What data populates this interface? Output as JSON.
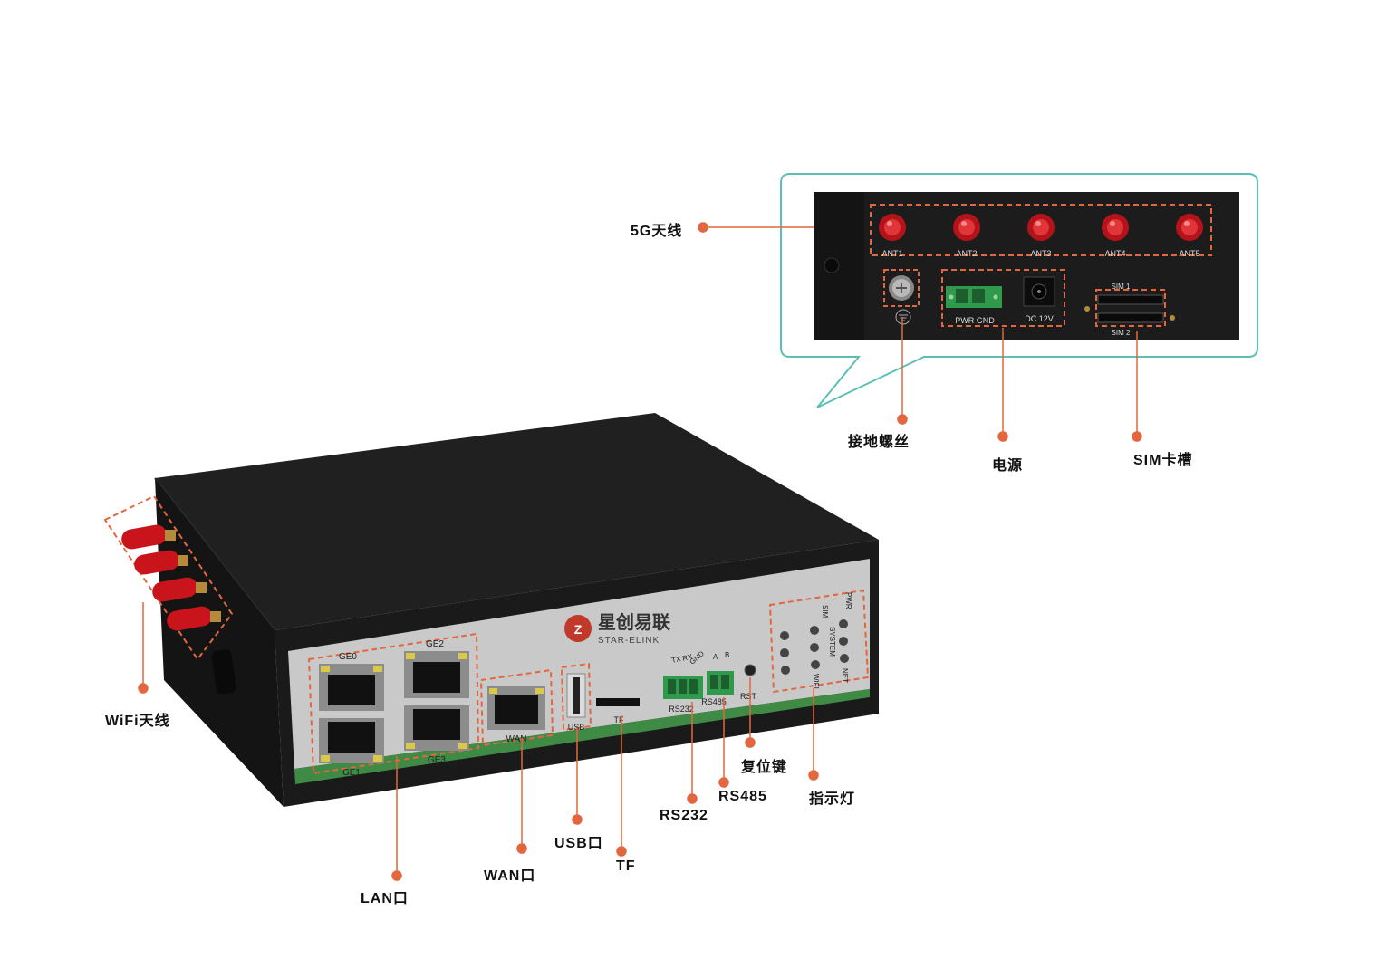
{
  "colors": {
    "accent": "#e2673f",
    "inset_border": "#5bbfb4",
    "device_body": "#1e1e1e",
    "faceplate": "#c9c9c9",
    "green_strip": "#3f8a45",
    "antenna_red": "#c8141a"
  },
  "brand": {
    "name": "星创易联",
    "sub": "STAR-ELINK"
  },
  "front_panel": {
    "port_labels": {
      "ge0": "GE0",
      "ge2": "GE2",
      "ge1": "GE1",
      "ge3": "GE3",
      "wan": "WAN",
      "usb": "USB",
      "tf": "TF",
      "rs232": "RS232",
      "rs485": "RS485",
      "tx": "TX",
      "rx": "RX",
      "gnd": "GND",
      "a": "A",
      "b": "B",
      "rst": "RST"
    },
    "led_labels": {
      "sim": "SIM",
      "pwr": "PWR",
      "system": "SYSTEM",
      "wifi": "WIFI",
      "net": "NET"
    }
  },
  "back_panel": {
    "ant_labels": [
      "ANT1",
      "ANT2",
      "ANT3",
      "ANT4",
      "ANT5"
    ],
    "pwr_gnd": "PWR GND",
    "dc": "DC 12V",
    "sim1": "SIM 1",
    "sim2": "SIM 2"
  },
  "callouts": {
    "ant_5g": "5G天线",
    "ground_screw": "接地螺丝",
    "power": "电源",
    "sim_slot": "SIM卡槽",
    "wifi_antenna": "WiFi天线",
    "lan": "LAN口",
    "wan": "WAN口",
    "usb": "USB口",
    "tf": "TF",
    "rs232": "RS232",
    "rs485": "RS485",
    "reset": "复位键",
    "indicator": "指示灯"
  }
}
